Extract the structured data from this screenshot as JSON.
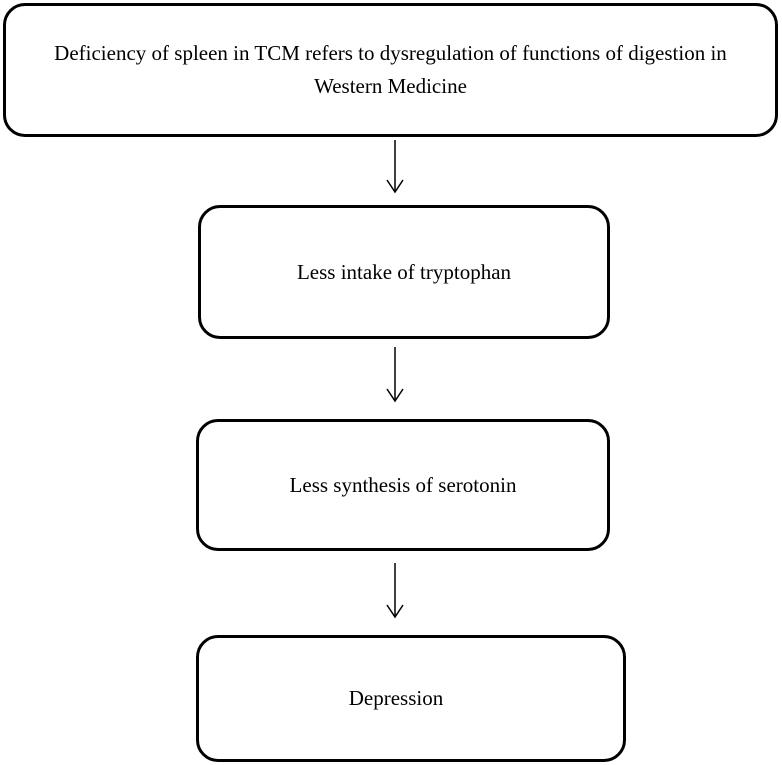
{
  "flowchart": {
    "steps": [
      {
        "text": "Deficiency of spleen in TCM refers to dysregulation of functions of digestion in Western Medicine"
      },
      {
        "text": "Less intake of tryptophan"
      },
      {
        "text": "Less synthesis of serotonin"
      },
      {
        "text": "Depression"
      }
    ],
    "colors": {
      "stroke": "#000000",
      "background": "#ffffff"
    }
  }
}
